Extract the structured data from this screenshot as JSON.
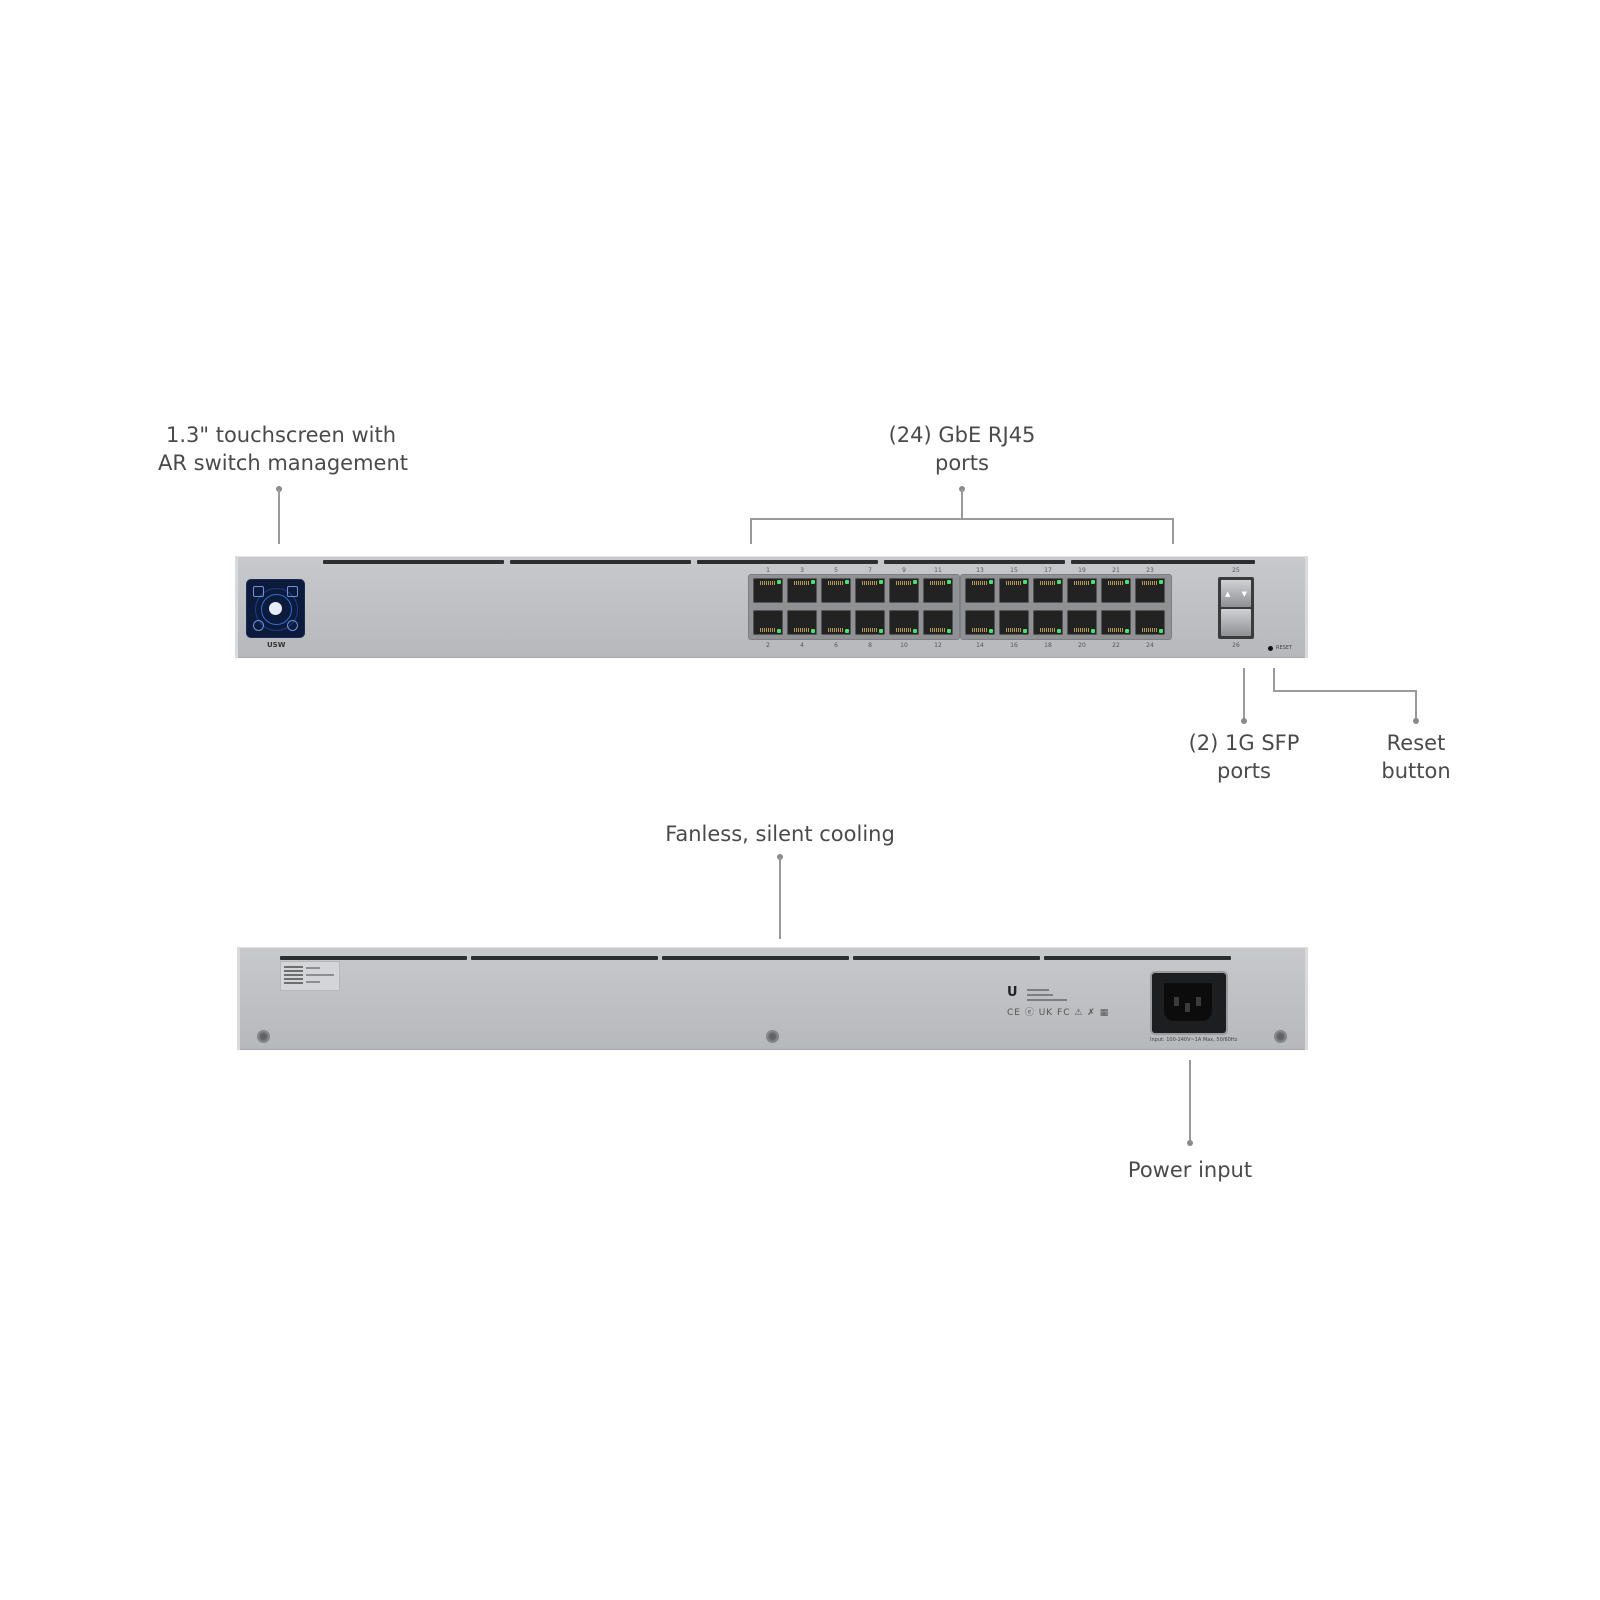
{
  "callouts": {
    "touchscreen": {
      "line1": "1.3\" touchscreen with",
      "line2": "AR switch management"
    },
    "rj45": {
      "line1": "(24) GbE RJ45",
      "line2": "ports"
    },
    "sfp": {
      "line1": "(2) 1G SFP",
      "line2": "ports"
    },
    "reset": {
      "line1": "Reset",
      "line2": "button"
    },
    "cooling": {
      "line1": "Fanless, silent cooling"
    },
    "power": {
      "line1": "Power input"
    }
  },
  "front_panel": {
    "model_label": "USW",
    "reset_label": "RESET",
    "top_port_numbers": [
      "1",
      "3",
      "5",
      "7",
      "9",
      "11",
      "13",
      "15",
      "17",
      "19",
      "21",
      "23"
    ],
    "bottom_port_numbers": [
      "2",
      "4",
      "6",
      "8",
      "10",
      "12",
      "14",
      "16",
      "18",
      "20",
      "22",
      "24"
    ],
    "sfp_numbers": [
      "25",
      "26"
    ],
    "led_color": "#48e070",
    "screen_color": "#0c1a3c"
  },
  "rear_panel": {
    "brand_mark": "U",
    "cert_marks": "CE ⓔ UK FC ⚠ ✗ ▦",
    "power_rating": "Input: 100-240V~1A Max, 50/60Hz"
  }
}
